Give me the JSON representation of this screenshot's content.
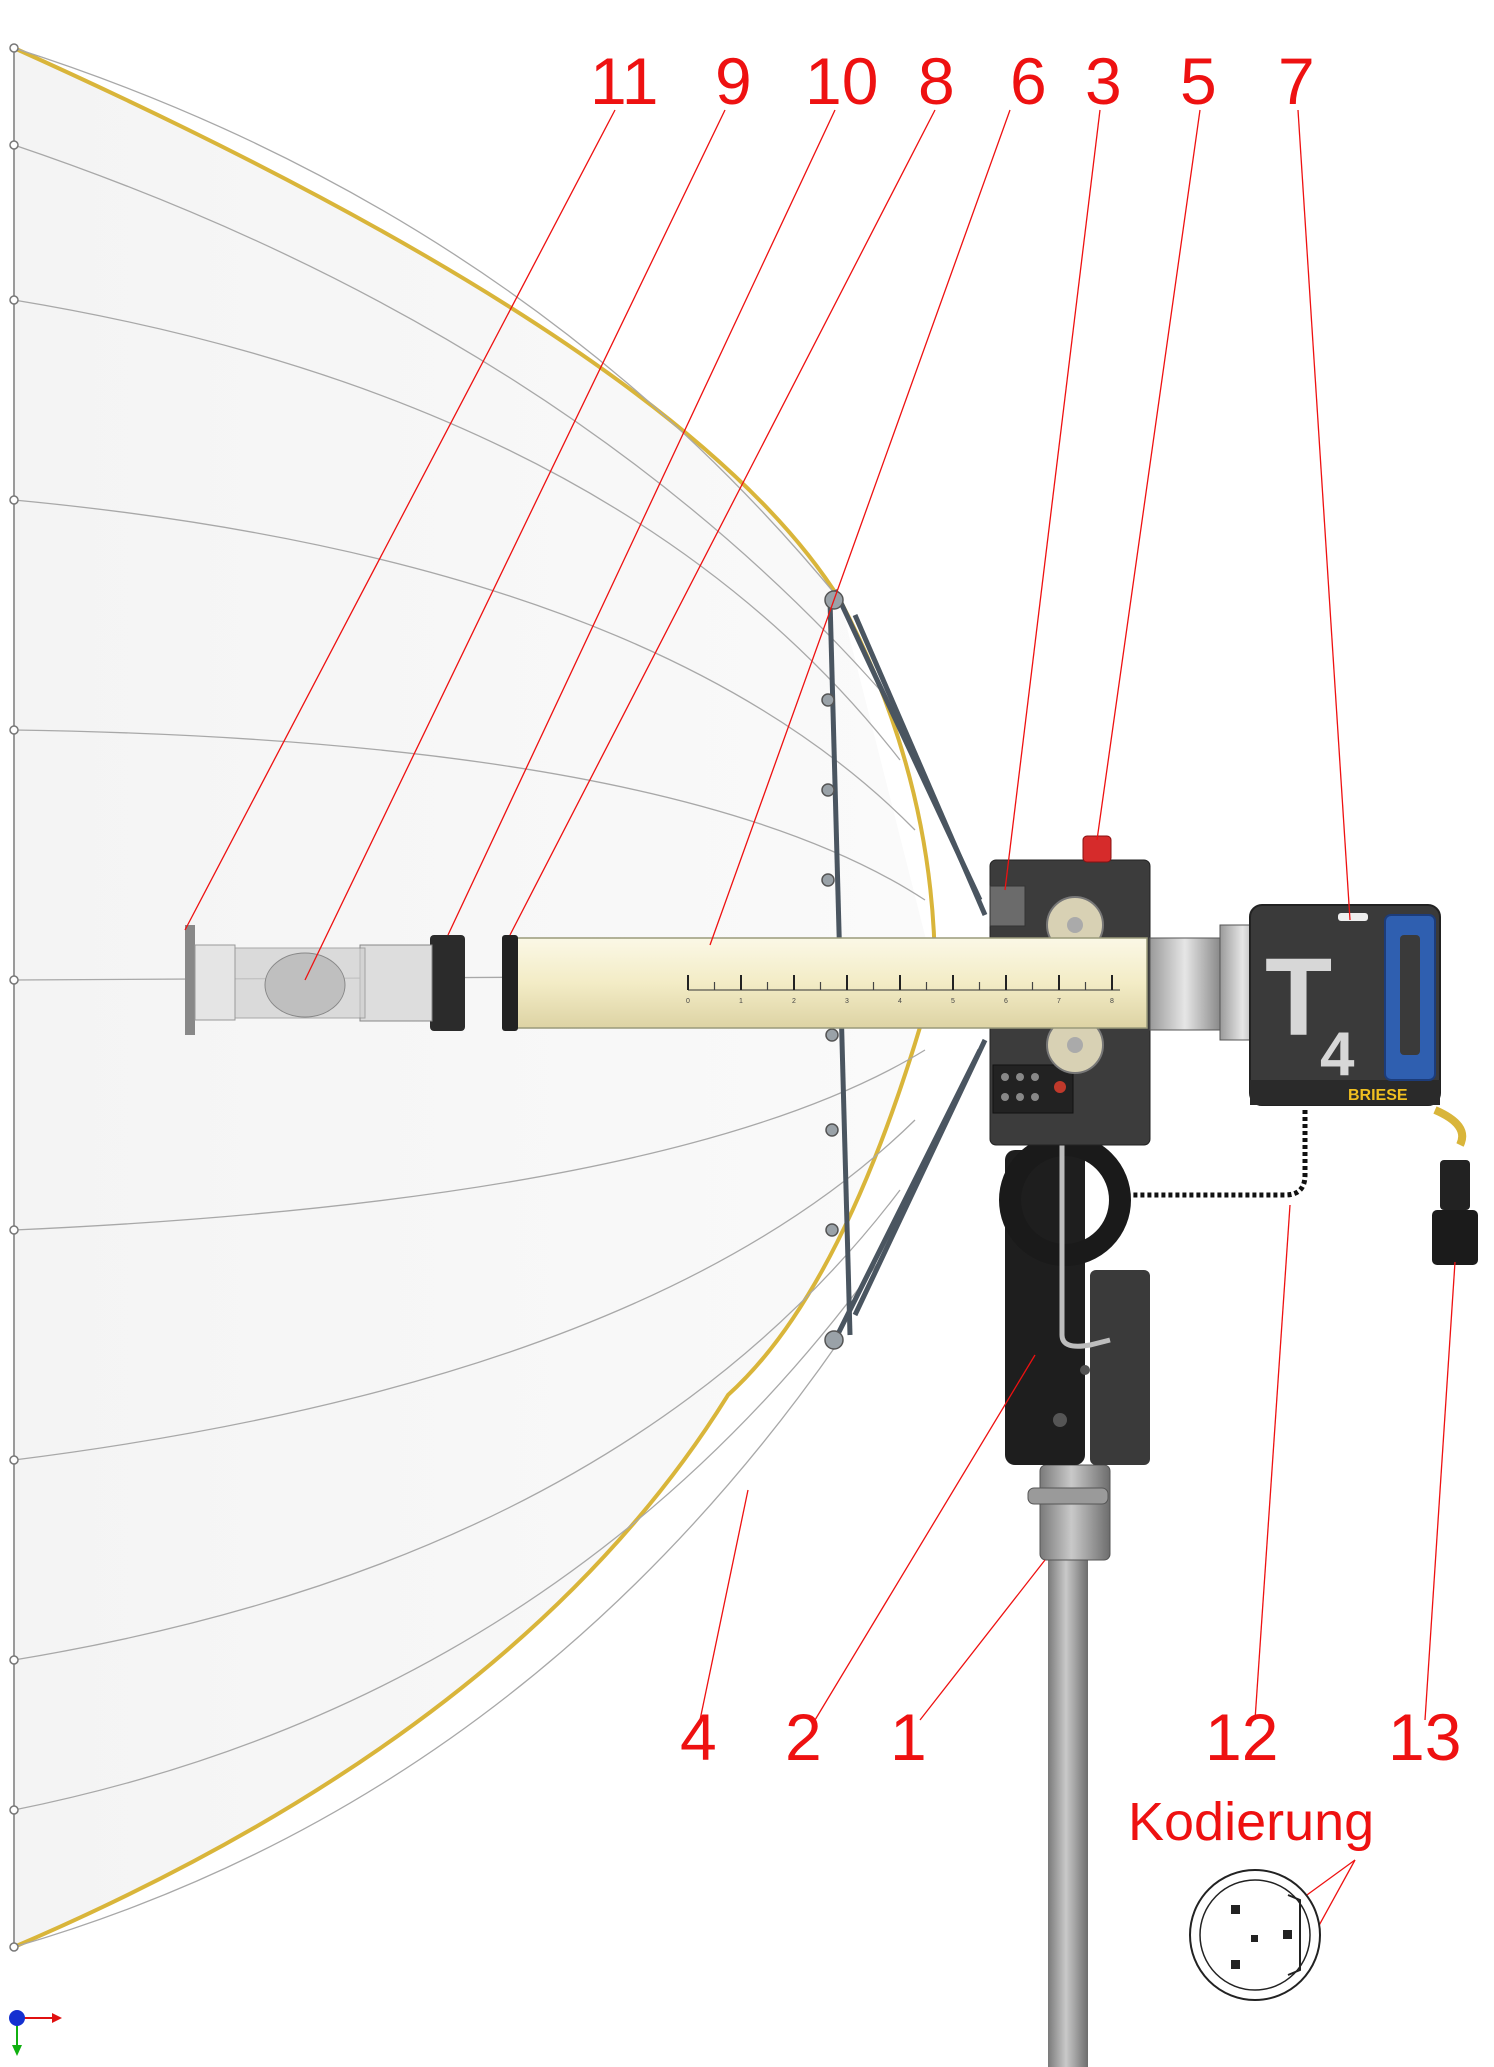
{
  "callouts": [
    {
      "id": "11",
      "label": "11"
    },
    {
      "id": "9",
      "label": "9"
    },
    {
      "id": "10",
      "label": "10"
    },
    {
      "id": "8",
      "label": "8"
    },
    {
      "id": "6",
      "label": "6"
    },
    {
      "id": "3",
      "label": "3"
    },
    {
      "id": "5",
      "label": "5"
    },
    {
      "id": "7",
      "label": "7"
    },
    {
      "id": "4",
      "label": "4"
    },
    {
      "id": "2",
      "label": "2"
    },
    {
      "id": "1",
      "label": "1"
    },
    {
      "id": "12",
      "label": "12"
    },
    {
      "id": "13",
      "label": "13"
    }
  ],
  "coding": {
    "label": "Kodierung"
  },
  "head": {
    "model_big": "T",
    "model_small": "4",
    "brand": "BRIESE"
  },
  "scale_marks": [
    "0",
    "1",
    "2",
    "3",
    "4",
    "5",
    "6",
    "7",
    "8"
  ],
  "colors": {
    "callout": "#ee1111",
    "reflector_rim": "#d9b53a",
    "handle_blue": "#2f5fb0",
    "focus_tube": "#f6f1d2",
    "housing": "#3c3c3c"
  }
}
